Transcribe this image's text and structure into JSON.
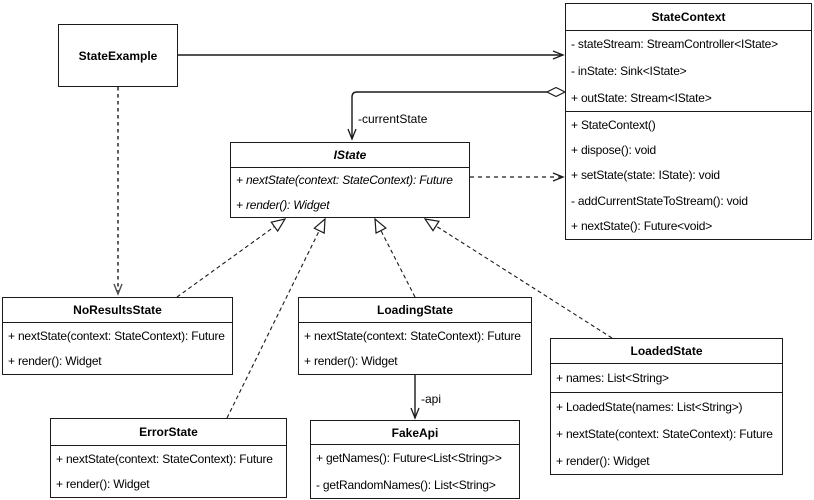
{
  "diagram_type": "uml-class-diagram",
  "classes": {
    "state_example": {
      "title": "StateExample"
    },
    "state_context": {
      "title": "StateContext",
      "attributes": [
        "- stateStream: StreamController<IState>",
        "- inState: Sink<IState>",
        "+ outState: Stream<IState>"
      ],
      "methods": [
        "+ StateContext()",
        "+ dispose(): void",
        "+ setState(state: IState): void",
        "- addCurrentStateToStream(): void",
        "+ nextState(): Future<void>"
      ]
    },
    "istate": {
      "title": "IState",
      "methods": [
        "+ nextState(context: StateContext): Future",
        "+ render(): Widget"
      ]
    },
    "no_results_state": {
      "title": "NoResultsState",
      "methods": [
        "+ nextState(context: StateContext): Future",
        "+ render(): Widget"
      ]
    },
    "loading_state": {
      "title": "LoadingState",
      "methods": [
        "+ nextState(context: StateContext): Future",
        "+ render(): Widget"
      ]
    },
    "loaded_state": {
      "title": "LoadedState",
      "attributes": [
        "+ names: List<String>"
      ],
      "methods": [
        "+ LoadedState(names: List<String>)",
        "+ nextState(context: StateContext): Future",
        "+ render(): Widget"
      ]
    },
    "error_state": {
      "title": "ErrorState",
      "methods": [
        "+ nextState(context: StateContext): Future",
        "+ render(): Widget"
      ]
    },
    "fake_api": {
      "title": "FakeApi",
      "methods": [
        "+ getNames(): Future<List<String>>",
        "- getRandomNames(): List<String>"
      ]
    }
  },
  "edge_labels": {
    "current_state": "-currentState",
    "api": "-api"
  },
  "colors": {
    "stroke": "#1a1a1a",
    "dependency_stroke": "#4d4d4d",
    "background": "#ffffff"
  }
}
